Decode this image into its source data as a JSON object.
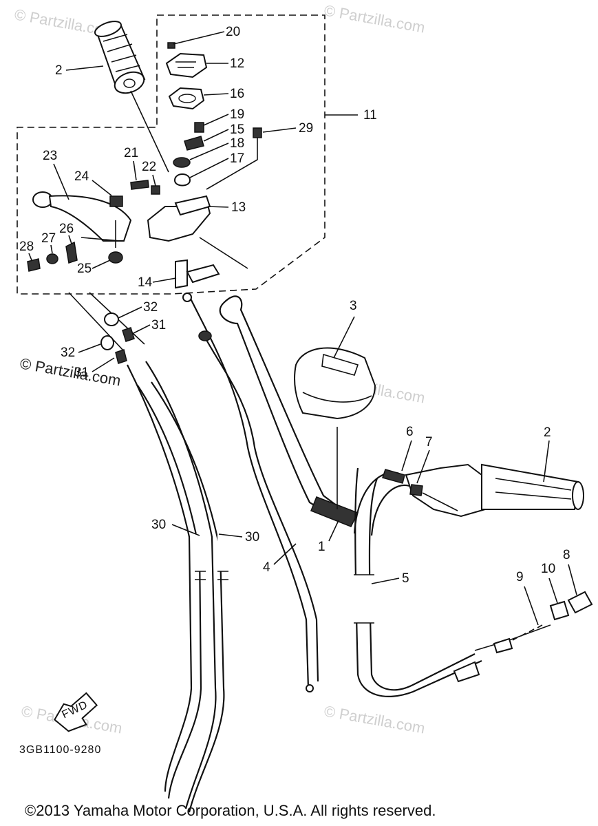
{
  "diagram_code": "3GB1100-9280",
  "fwd_label": "FWD",
  "copyright": "©2013 Yamaha Motor Corporation, U.S.A. All rights reserved.",
  "watermark": "© Partzilla.com",
  "callouts": [
    {
      "id": "c20",
      "text": "20"
    },
    {
      "id": "c12",
      "text": "12"
    },
    {
      "id": "c16",
      "text": "16"
    },
    {
      "id": "c11",
      "text": "11"
    },
    {
      "id": "c19",
      "text": "19"
    },
    {
      "id": "c15",
      "text": "15"
    },
    {
      "id": "c18",
      "text": "18"
    },
    {
      "id": "c17",
      "text": "17"
    },
    {
      "id": "c29",
      "text": "29"
    },
    {
      "id": "c2a",
      "text": "2"
    },
    {
      "id": "c23",
      "text": "23"
    },
    {
      "id": "c21",
      "text": "21"
    },
    {
      "id": "c22",
      "text": "22"
    },
    {
      "id": "c24",
      "text": "24"
    },
    {
      "id": "c13",
      "text": "13"
    },
    {
      "id": "c26",
      "text": "26"
    },
    {
      "id": "c27",
      "text": "27"
    },
    {
      "id": "c28",
      "text": "28"
    },
    {
      "id": "c25",
      "text": "25"
    },
    {
      "id": "c14",
      "text": "14"
    },
    {
      "id": "c32a",
      "text": "32"
    },
    {
      "id": "c31a",
      "text": "31"
    },
    {
      "id": "c32b",
      "text": "32"
    },
    {
      "id": "c31b",
      "text": "31"
    },
    {
      "id": "c3",
      "text": "3"
    },
    {
      "id": "c6",
      "text": "6"
    },
    {
      "id": "c7",
      "text": "7"
    },
    {
      "id": "c2b",
      "text": "2"
    },
    {
      "id": "c30a",
      "text": "30"
    },
    {
      "id": "c30b",
      "text": "30"
    },
    {
      "id": "c4",
      "text": "4"
    },
    {
      "id": "c1",
      "text": "1"
    },
    {
      "id": "c5",
      "text": "5"
    },
    {
      "id": "c9",
      "text": "9"
    },
    {
      "id": "c10",
      "text": "10"
    },
    {
      "id": "c8",
      "text": "8"
    }
  ]
}
